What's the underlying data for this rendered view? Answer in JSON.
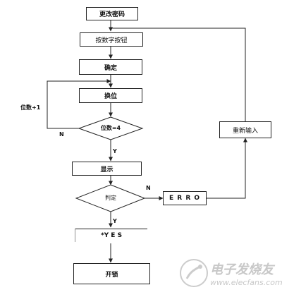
{
  "nodes": {
    "change_pwd": "更改密码",
    "press_digit": "按数字按钮",
    "confirm": "确定",
    "shift": "换位",
    "digit_check": "位数=4",
    "display": "显示",
    "judge": "判定",
    "error": "E R R O",
    "yes": "*Y E S",
    "unlock": "开锁",
    "reenter": "重新输入"
  },
  "labels": {
    "digit_plus": "位数+1",
    "n_loop": "N",
    "y_display": "Y",
    "n_error": "N",
    "y_yes": "Y"
  },
  "watermark": {
    "text_cn": "电子发烧友",
    "text_url": "www.elecfans.com"
  },
  "colors": {
    "stroke": "#222222",
    "watermark": "#c8c8c8"
  }
}
